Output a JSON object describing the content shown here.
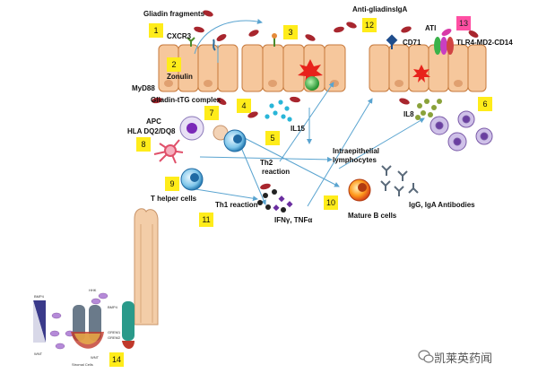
{
  "labels": {
    "gliadin_fragments": "Gliadin fragments",
    "cxcr3": "CXCR3",
    "zonulin": "Zonulin",
    "myd88": "MyD88",
    "gliadin_ttg": "Gliadin-tTG complex",
    "apc": "APC",
    "hla": "HLA DQ2/DQ8",
    "il15": "IL15",
    "iel_line1": "Intraepithelial",
    "iel_line2": "lymphocytes",
    "th2_line1": "Th2",
    "th2_line2": "reaction",
    "th1": "Th1 reaction",
    "thelper": "T helper cells",
    "ifn": "IFNγ, TNFα",
    "mature_b": "Mature B cells",
    "igg_iga": "IgG, IgA Antibodies",
    "anti_gliadin": "Anti-gliadinsIgA",
    "cd71": "CD71",
    "ati": "ATI",
    "tlr4": "TLR4-MD2-CD14",
    "il8": "IL8",
    "stromal": "Stromal Cells",
    "bmp4_left": "BMP4",
    "hhk": "HHK",
    "bmp4_right": "BMP4",
    "wnt_left": "WNT",
    "wnt_right": "WNT",
    "grem1": "GREM1",
    "grem2": "GREM2"
  },
  "badges": [
    "1",
    "2",
    "3",
    "4",
    "5",
    "6",
    "7",
    "8",
    "9",
    "10",
    "11",
    "12",
    "13",
    "14"
  ],
  "watermark": "凯莱英药闻",
  "colors": {
    "badge_yellow": "#ffec1a",
    "badge_pink": "#ff4fa3",
    "enterocyte": "#f6c79c",
    "gliadin": "#a8262e",
    "il15_dots": "#29b6d8",
    "il8_cells": "#8b6fb8",
    "arrow": "#5aa4d0"
  }
}
